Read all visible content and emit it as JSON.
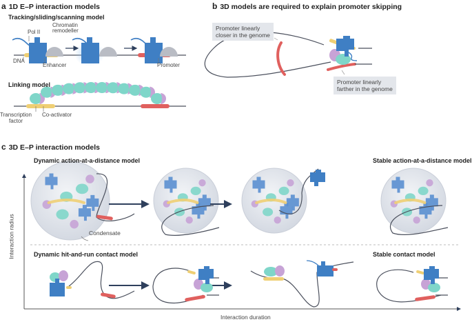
{
  "panel_a": {
    "letter": "a",
    "title": "1D E–P interaction models",
    "tracking_model": {
      "title": "Tracking/sliding/scanning model",
      "labels": {
        "pol2": "Pol II",
        "chromatin_remodeller_1": "Chromatin",
        "chromatin_remodeller_2": "remodeller",
        "dna": "DNA",
        "enhancer": "Enhancer",
        "promoter": "Promoter"
      }
    },
    "linking_model": {
      "title": "Linking model",
      "labels": {
        "tf_1": "Transcription",
        "tf_2": "factor",
        "coactivator": "Co-activator"
      }
    }
  },
  "panel_b": {
    "letter": "b",
    "title": "3D models are required to explain promoter skipping",
    "callout_closer": {
      "line1": "Promoter linearly",
      "line2": "closer in the genome"
    },
    "callout_farther": {
      "line1": "Promoter linearly",
      "line2": "farther in the genome"
    }
  },
  "panel_c": {
    "letter": "c",
    "title": "3D E–P interaction models",
    "models": {
      "dynamic_action": "Dynamic action-at-a-distance model",
      "stable_action": "Stable action-at-a-distance model",
      "dynamic_hit_run": "Dynamic hit-and-run contact model",
      "stable_contact": "Stable contact model"
    },
    "condensate_label": "Condensate",
    "y_axis_label": "Interaction radius",
    "x_axis_label": "Interaction duration"
  },
  "colors": {
    "pol2_blue": "#3f7fc4",
    "remodeller_gray": "#b9bcc4",
    "enhancer_yellow": "#efcf74",
    "promoter_red": "#e0605e",
    "tf_teal": "#7fd6c9",
    "coactivator_purple": "#c7a3d6",
    "dna_line": "#4a4f5c",
    "arrow": "#2e3f5c",
    "condensate": "#dfe3ea"
  }
}
